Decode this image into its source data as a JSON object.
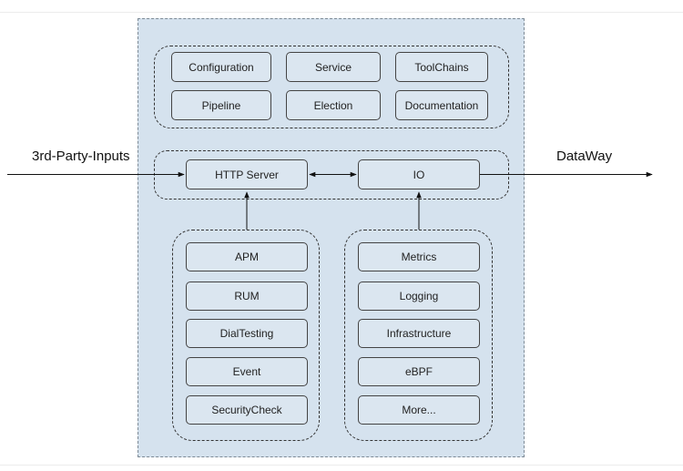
{
  "inputs_label": "3rd-Party-Inputs",
  "output_label": "DataWay",
  "management_modules": [
    "Configuration",
    "Service",
    "ToolChains",
    "Pipeline",
    "Election",
    "Documentation"
  ],
  "core": {
    "server": "HTTP Server",
    "io": "IO"
  },
  "left_inputs": [
    "APM",
    "RUM",
    "DialTesting",
    "Event",
    "SecurityCheck"
  ],
  "right_inputs": [
    "Metrics",
    "Logging",
    "Infrastructure",
    "eBPF",
    "More..."
  ]
}
